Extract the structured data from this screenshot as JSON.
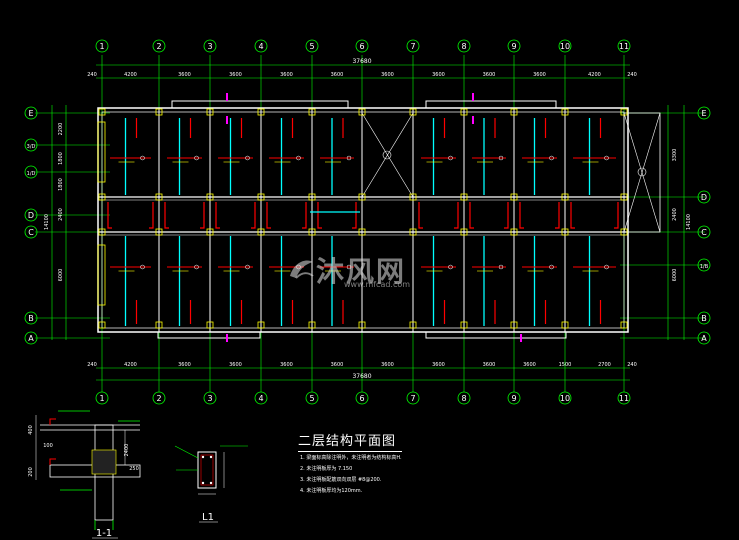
{
  "drawing": {
    "title": "二层结构平面图",
    "notes": [
      "1. 梁面标高除注明外，未注明者为结构标高H.",
      "2. 未注明板厚为 7.150",
      "3. 未注明板配筋双向双层 #8@200.",
      "4. 未注明板厚均为120mm."
    ]
  },
  "axes": {
    "top": [
      "1",
      "2",
      "3",
      "4",
      "5",
      "6",
      "7",
      "8",
      "9",
      "10",
      "11"
    ],
    "bottom": [
      "1",
      "2",
      "3",
      "4",
      "5",
      "6",
      "7",
      "8",
      "9",
      "10",
      "11"
    ],
    "left": [
      "E",
      "3/D",
      "1/D",
      "D",
      "C",
      "B",
      "A"
    ],
    "right": [
      "E",
      "D",
      "C",
      "1/B",
      "B",
      "A"
    ]
  },
  "dimensions": {
    "top": [
      "4200",
      "3600",
      "3600",
      "3600",
      "3600",
      "3600",
      "3600",
      "3600",
      "3600",
      "4200"
    ],
    "top_total": "37680",
    "bottom": [
      "4200",
      "3600",
      "3600",
      "3600",
      "3600",
      "3600",
      "3600",
      "3600",
      "3600",
      "1500",
      "2700"
    ],
    "bottom_total": "37680",
    "edge": "240",
    "left": [
      "2200",
      "1800",
      "1800",
      "2400",
      "6000"
    ],
    "left_total": "14100",
    "right": [
      "6000",
      "2400",
      "3300"
    ],
    "right_total": "14100"
  },
  "details": {
    "section_label": "1-1",
    "beam_label": "L1",
    "section_dims": [
      "400",
      "200",
      "100",
      "2400",
      "250"
    ]
  },
  "watermark": {
    "brand": "沐风网",
    "url": "www.mfcad.com"
  },
  "colors": {
    "background": "#000000",
    "grid": "#00ff00",
    "wall": "#ffffff",
    "rebar": "#ff0000",
    "slab": "#00ffff",
    "annotation": "#ffff00",
    "marker": "#ff00ff"
  }
}
